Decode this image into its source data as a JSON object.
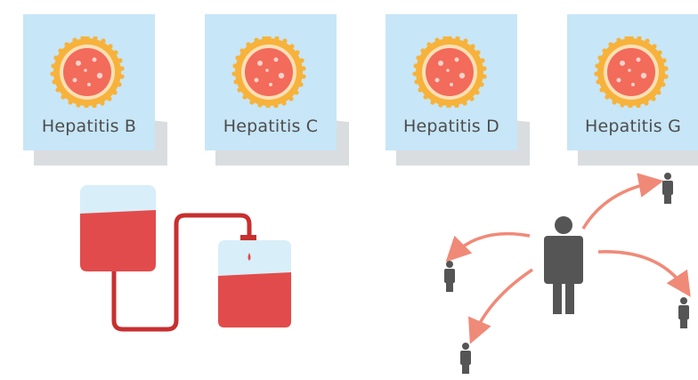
{
  "cards": [
    {
      "label": "Hepatitis B"
    },
    {
      "label": "Hepatitis C"
    },
    {
      "label": "Hepatitis D"
    },
    {
      "label": "Hepatitis G"
    }
  ],
  "illustrations": {
    "left": {
      "icon": "blood-transfusion-icon"
    },
    "right": {
      "icon": "person-to-person-transmission-icon"
    }
  },
  "colors": {
    "card_bg": "#c7e6f7",
    "virus_spikes": "#f7b23b",
    "virus_core": "#f26b5b",
    "blood": "#e24b4b",
    "arrow": "#f08a78",
    "person": "#555555"
  }
}
